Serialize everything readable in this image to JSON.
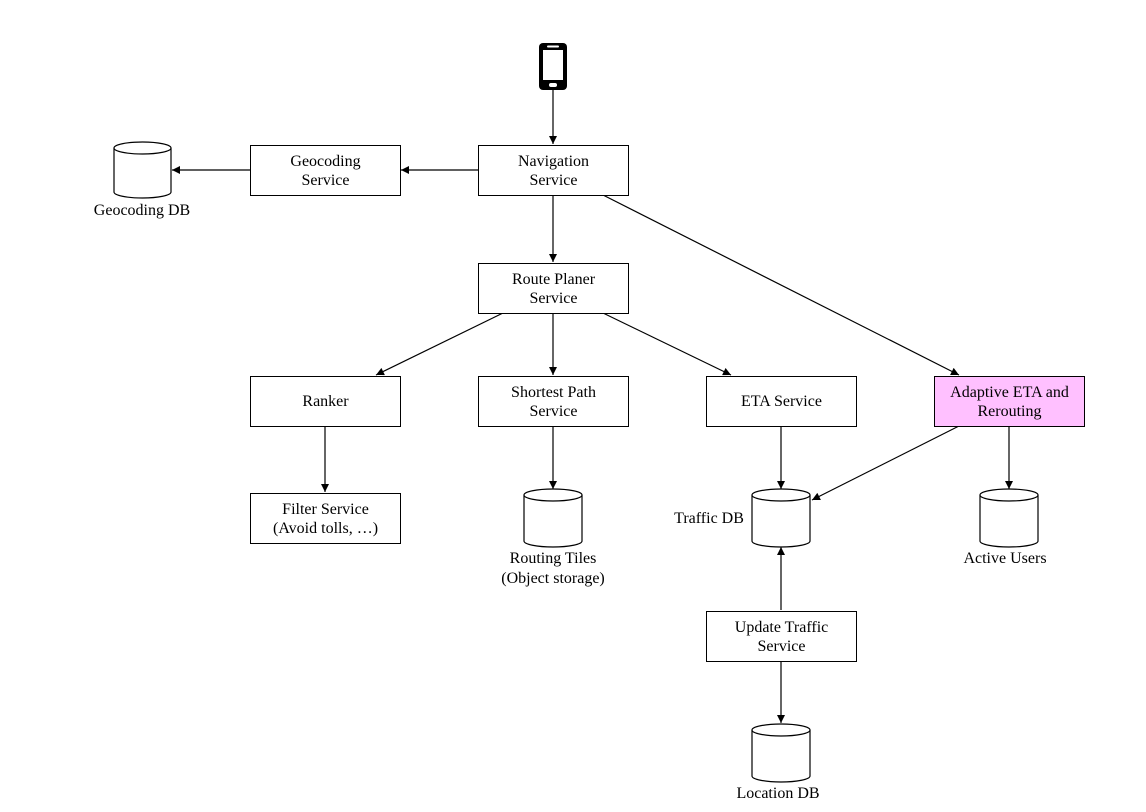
{
  "nodes": {
    "navigation": "Navigation\nService",
    "geocoding": "Geocoding\nService",
    "route_planer": "Route Planer\nService",
    "ranker": "Ranker",
    "shortest_path": "Shortest Path\nService",
    "eta": "ETA Service",
    "adaptive": "Adaptive ETA and\nRerouting",
    "filter": "Filter Service\n(Avoid tolls, …)",
    "update_traffic": "Update Traffic\nService"
  },
  "databases": {
    "geocoding_db": "Geocoding DB",
    "routing_tiles": "Routing Tiles\n(Object storage)",
    "traffic_db": "Traffic DB",
    "active_users": "Active Users",
    "location_db": "Location DB"
  },
  "icons": {
    "client": "mobile-phone-icon",
    "database": "database-cylinder-icon"
  },
  "colors": {
    "highlight": "#ffc0ff",
    "stroke": "#000000"
  }
}
